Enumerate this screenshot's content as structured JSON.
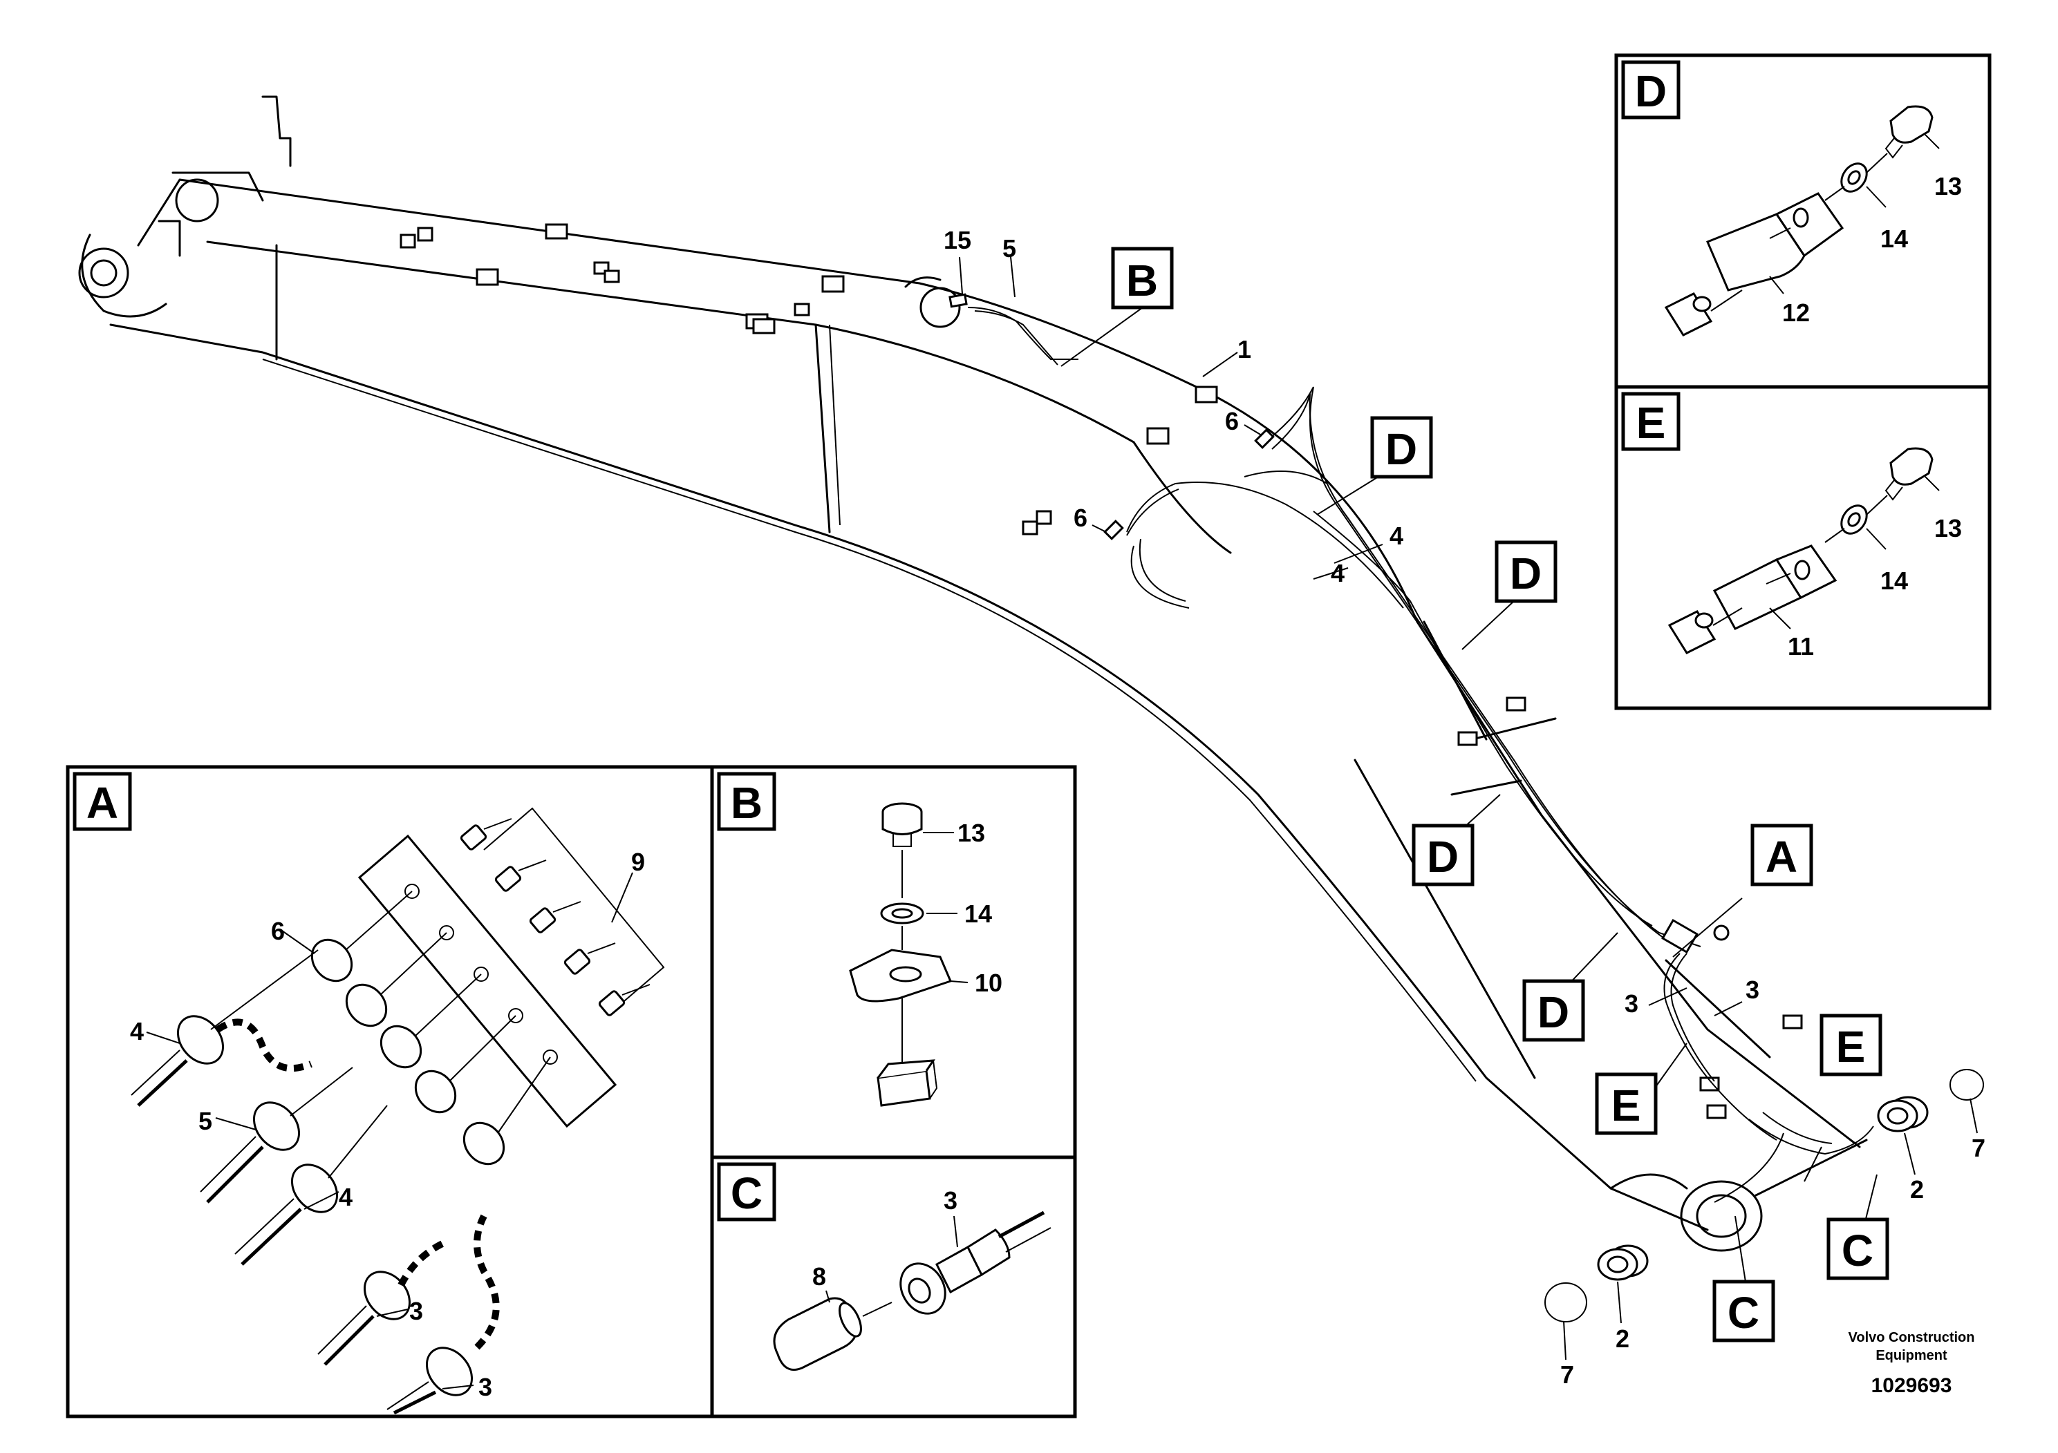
{
  "callouts": {
    "A": "A",
    "B": "B",
    "C": "C",
    "D": "D",
    "E": "E"
  },
  "parts": {
    "p1": "1",
    "p2": "2",
    "p3": "3",
    "p4": "4",
    "p5": "5",
    "p6": "6",
    "p7": "7",
    "p8": "8",
    "p9": "9",
    "p10": "10",
    "p11": "11",
    "p12": "12",
    "p13": "13",
    "p14": "14",
    "p15": "15"
  },
  "footer": {
    "brand_line1": "Volvo Construction",
    "brand_line2": "Equipment",
    "drawing_number": "1029693"
  }
}
